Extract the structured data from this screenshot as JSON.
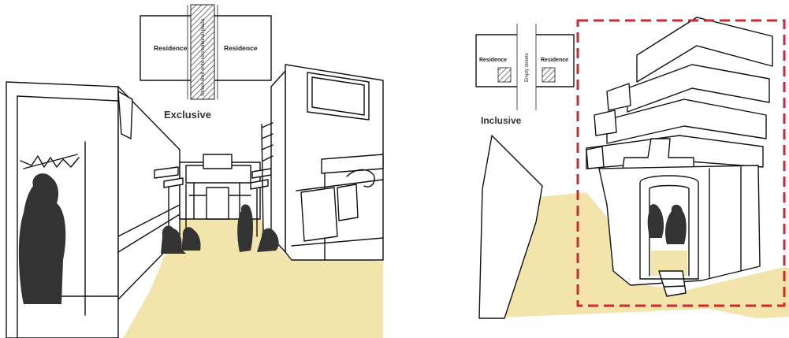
{
  "exclusive_panel": {
    "caption": "Exclusive",
    "left_block_label": "Residence",
    "right_block_label": "Residence",
    "street_label": "Street limit onto recreational plaza"
  },
  "inclusive_panel": {
    "caption": "Inclusive",
    "left_block_label": "Residence",
    "right_block_label": "Residence",
    "street_label": "Empty streets"
  },
  "colors": {
    "ground": "#f3e4ac",
    "figure": "#333333",
    "highlight_frame": "#cc2a30",
    "line": "#111111"
  }
}
